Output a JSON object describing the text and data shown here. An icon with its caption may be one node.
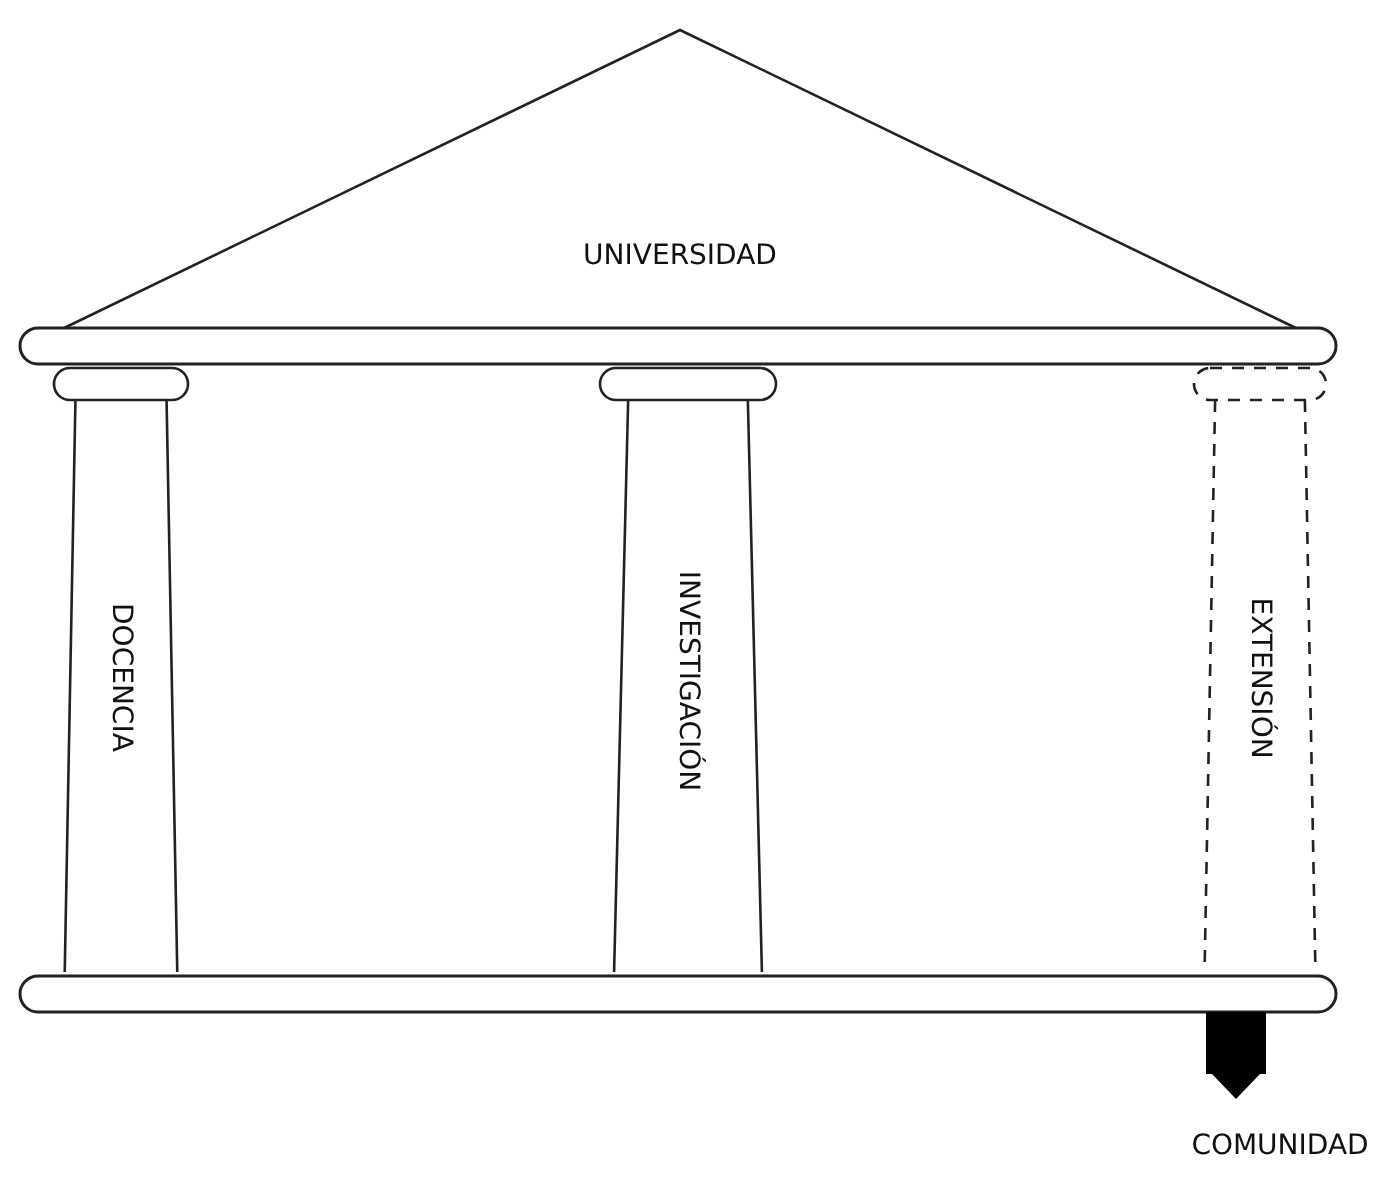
{
  "diagram": {
    "nodes": [
      {
        "text": [
          "UNIVERSIDAD"
        ]
      },
      {
        "text": [],
        "shape": "bar"
      },
      {
        "text": [
          "DOCENCIA"
        ]
      },
      {
        "text": [
          "INVESTIGACIÓN"
        ]
      },
      {
        "text": [
          "EXTENSIÓN"
        ]
      },
      {
        "text": [],
        "shape": "bar"
      },
      {
        "text": [
          "COMUNIDAD"
        ]
      }
    ],
    "edges": [
      {
        "from": 5,
        "to": 6,
        "arrow": "to"
      }
    ]
  }
}
